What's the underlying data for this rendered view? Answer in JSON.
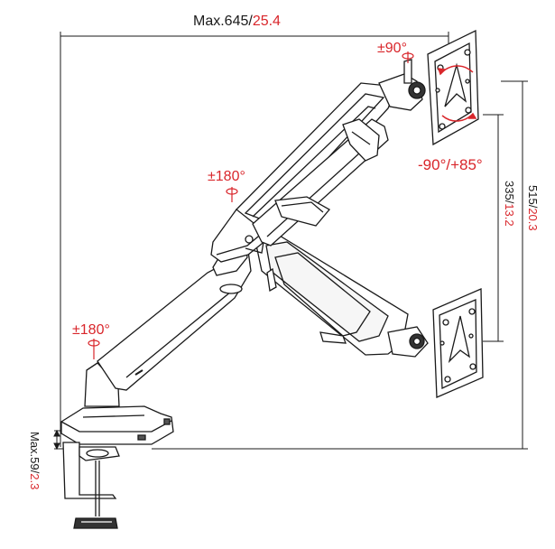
{
  "colors": {
    "accent_red": "#d9262b",
    "line_black": "#1a1a1a",
    "arm_fill": "#ffffff",
    "arm_shadow": "#777777"
  },
  "dimensions": {
    "width": {
      "label": "Max.645/",
      "value": "25.4"
    },
    "height_total": {
      "label": "515/",
      "value": "20.3"
    },
    "height_adjust": {
      "label": "335/",
      "value": "13.2"
    },
    "clamp": {
      "label": "Max.59/",
      "value": "2.3"
    }
  },
  "angles": {
    "tilt_top": "±90°",
    "swivel_mid": "±180°",
    "swivel_base": "±180°",
    "rotation": "-90°/+85°"
  },
  "icons": {
    "rotation_marker": "rotation-axis-icon",
    "rotation_arc": "rotation-arc-icon"
  }
}
